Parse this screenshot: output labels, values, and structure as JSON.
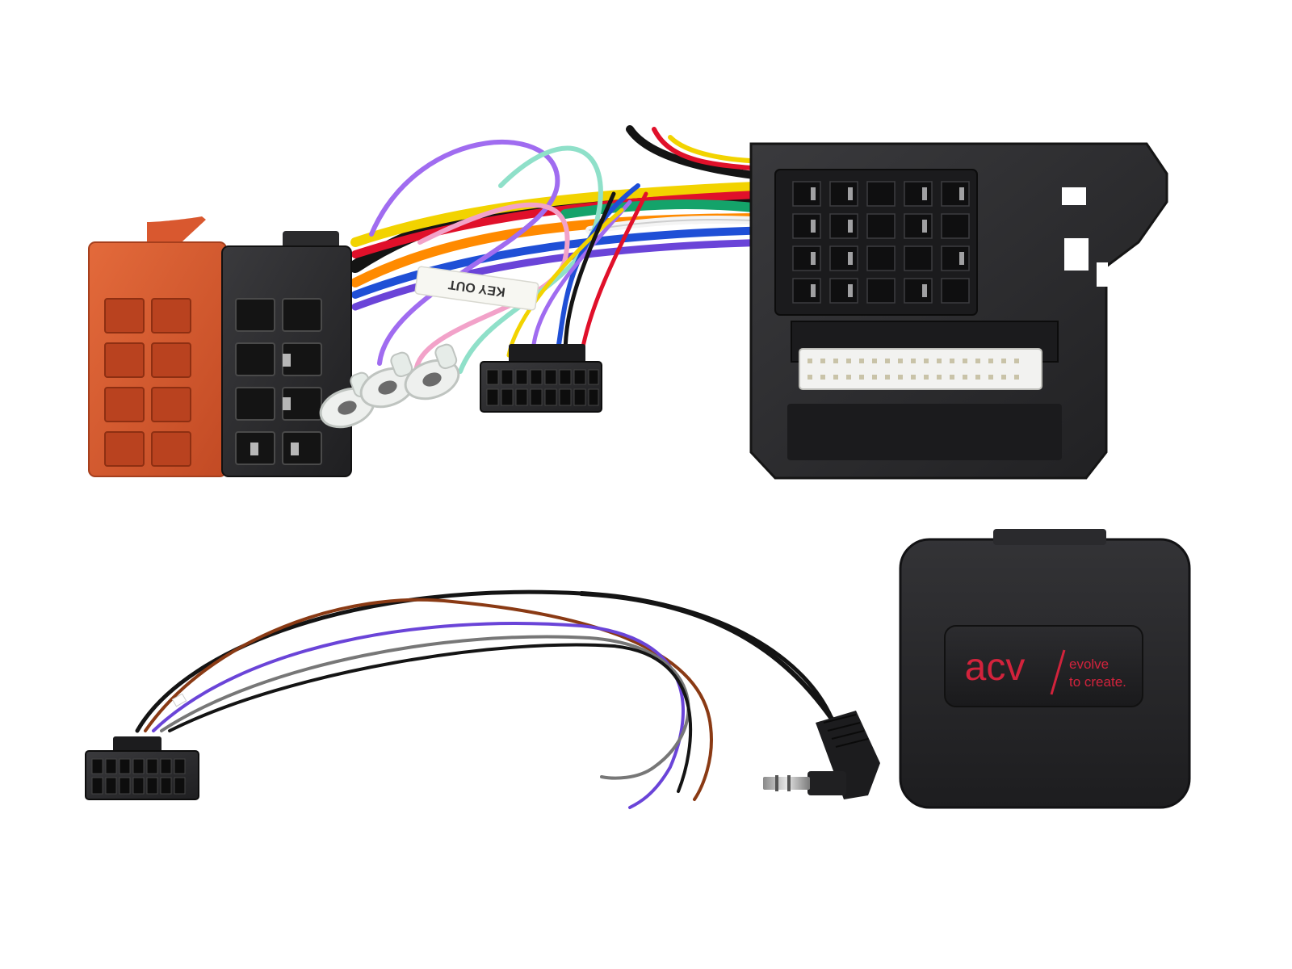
{
  "product": {
    "harness_label": "KEY OUT",
    "module": {
      "brand": "acv",
      "slogan_line1": "evolve",
      "slogan_line2": "to create."
    }
  },
  "colors": {
    "iso_red": "#d9582f",
    "connector_black": "#2b2b2d",
    "module_black": "#262628",
    "brand_red": "#d2233c",
    "wire_purple": "#6a44d8",
    "wire_brown": "#8a3a14",
    "wire_grey": "#777777",
    "wire_black": "#141414",
    "wire_yellow": "#f2d300",
    "wire_orange": "#ff8a00",
    "wire_blue": "#1f4fd6",
    "wire_red": "#e0102a",
    "wire_green": "#14a36a",
    "wire_white": "#f4f4f4",
    "wire_pink": "#f2a2c9",
    "wire_teal": "#8fe0c9",
    "wire_violet": "#a06cf0"
  }
}
